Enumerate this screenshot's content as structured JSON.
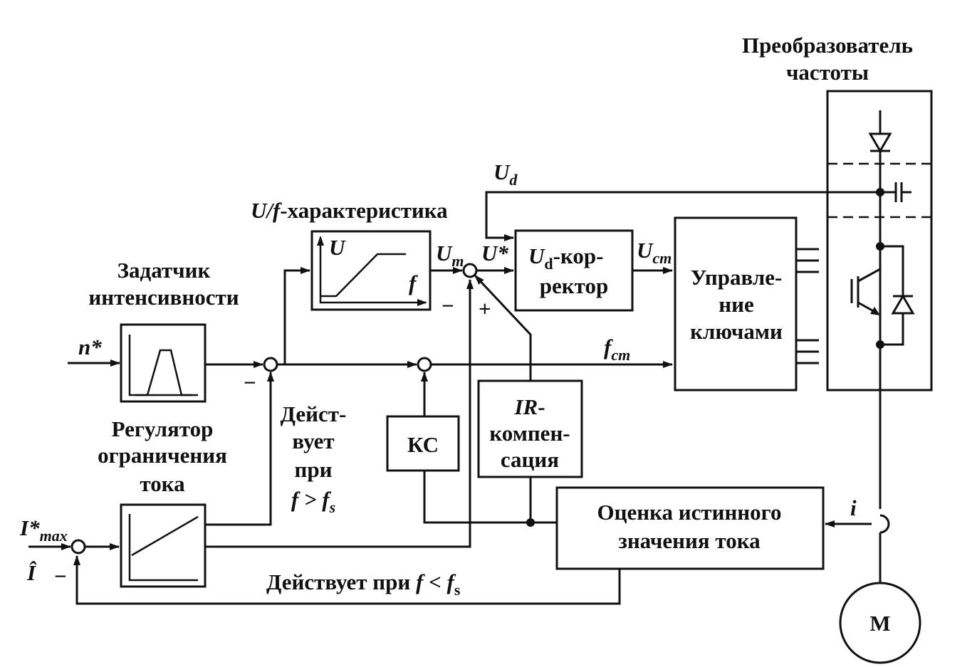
{
  "labels": {
    "ramp_generator": [
      "Задатчик",
      "интенсивности"
    ],
    "current_limiter": [
      "Регулятор",
      "ограничения",
      "тока"
    ],
    "uf_characteristic": "-характеристика",
    "uf_prefix": "U/f",
    "frequency_converter": [
      "Преобразователь",
      "частоты"
    ],
    "ud_corrector_sym": "U",
    "ud_corrector_sub": "d",
    "ud_corrector": [
      "-кор-",
      "ректор"
    ],
    "key_control": [
      "Управле-",
      "ние",
      "ключами"
    ],
    "ks": "КС",
    "ir_comp_sym": "IR",
    "ir_comp": [
      "-",
      "компен-",
      "сация"
    ],
    "current_estimate": [
      "Оценка истинного",
      "значения тока"
    ],
    "acts_above": [
      "Дейст-",
      "вует",
      "при"
    ],
    "acts_above_cond": "f > f",
    "acts_above_sub": "s",
    "acts_below": "Действует при ",
    "acts_below_cond": "f < f",
    "acts_below_sub": "s",
    "motor": "М"
  },
  "signals": {
    "n_star": "n*",
    "u_d": "U",
    "u_d_sub": "d",
    "u_m": "U",
    "u_m_sub": "m",
    "u_star": "U*",
    "u_st": "U",
    "u_st_sub": "ст",
    "f_st": "f",
    "f_st_sub": "ст",
    "i_max": "I*",
    "i_max_sub": "max",
    "i_hat": "Î",
    "i": "i",
    "graph_u": "U",
    "graph_f": "f",
    "minus": "−",
    "plus": "+"
  }
}
